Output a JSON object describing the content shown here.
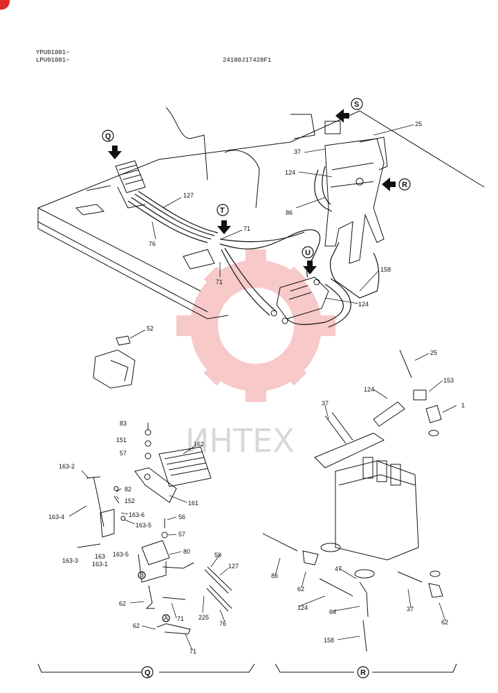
{
  "header": {
    "serial_line_1": "YPU01001~",
    "serial_line_2": "LPU01001~",
    "part_code": "24100J17428F1"
  },
  "watermark": {
    "text": "ИНТЕХ",
    "color": "#f2b8b8"
  },
  "callouts": {
    "Q": "Q",
    "R": "R",
    "S": "S",
    "T": "T",
    "U": "U",
    "A": "A",
    "B": "B"
  },
  "main_labels": {
    "l25": "25",
    "l37": "37",
    "l124a": "124",
    "l86": "86",
    "l127": "127",
    "l76": "76",
    "l71a": "71",
    "l71b": "71",
    "l158": "158",
    "l124b": "124",
    "l52": "52"
  },
  "detail_q": {
    "l83": "83",
    "l151": "151",
    "l57a": "57",
    "l162": "162",
    "l161": "161",
    "l163_2": "163-2",
    "l82": "82",
    "l152": "152",
    "l163_6": "163-6",
    "l163_5a": "163-5",
    "l163_4": "163-4",
    "l56": "56",
    "l57b": "57",
    "l80": "80",
    "l163_3": "163-3",
    "l163": "163",
    "l163_1": "163-1",
    "l163_5b": "163-5",
    "l59": "59",
    "l127": "127",
    "l62a": "62",
    "l71a": "71",
    "l225": "225",
    "l76": "76",
    "l62b": "62",
    "l71b": "71"
  },
  "detail_r": {
    "l25": "25",
    "l124a": "124",
    "l153": "153",
    "l1": "1",
    "l37a": "37",
    "l86": "86",
    "l62a": "62",
    "l47": "47",
    "l124b": "124",
    "l64": "64",
    "l158": "158",
    "l37b": "37",
    "l62b": "62"
  }
}
